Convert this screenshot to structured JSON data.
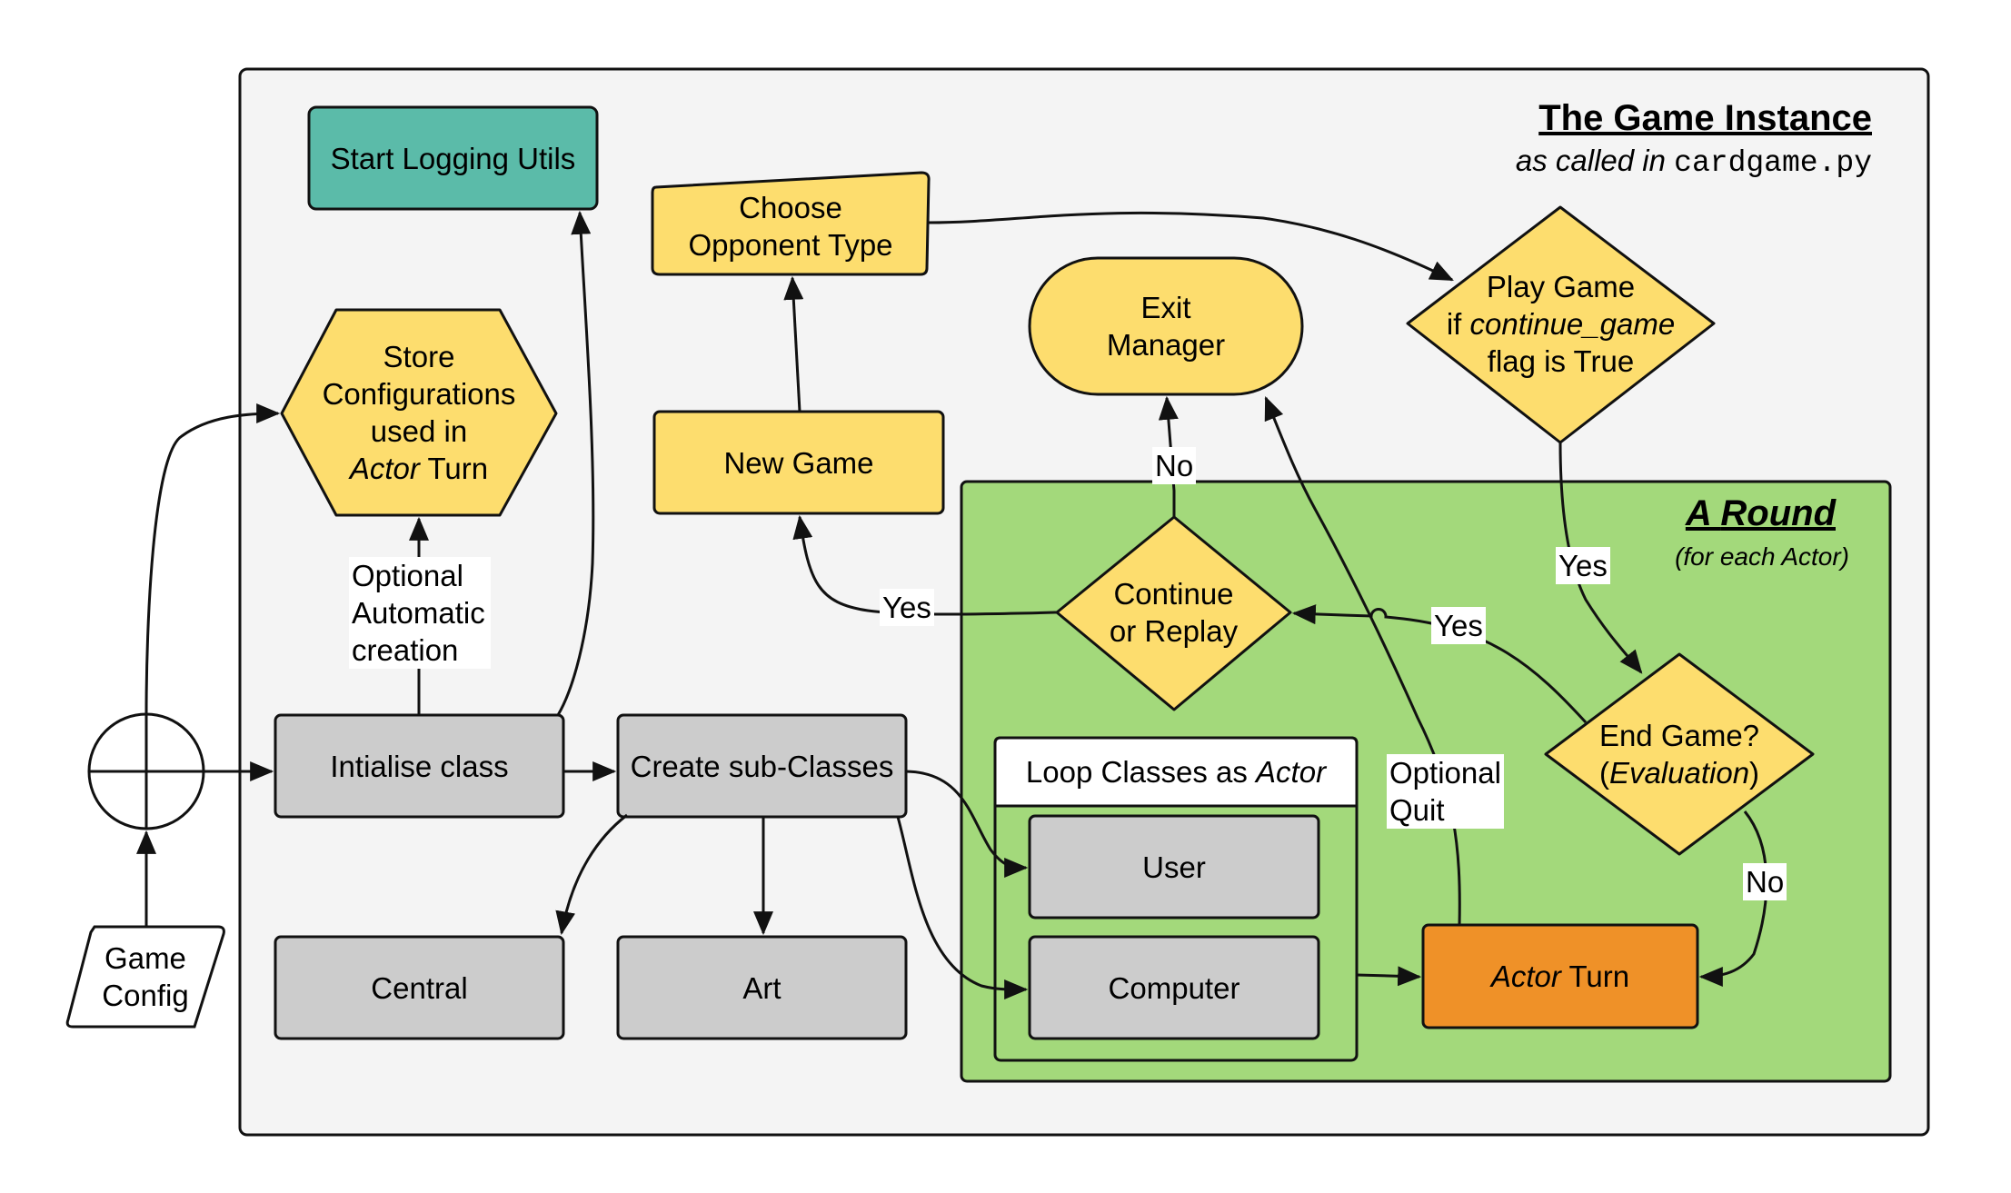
{
  "colors": {
    "frame_bg": "#f4f4f4",
    "round_bg": "#a3d97b",
    "process_gray": "#cccccc",
    "decision_yellow": "#fddd6e",
    "logging_teal": "#5bbba9",
    "actor_orange": "#ef9128",
    "stroke": "#111111"
  },
  "header": {
    "title": "The Game Instance",
    "subtitle_prefix": "as called in ",
    "subtitle_code": "cardgame.py"
  },
  "round": {
    "title_article": "A ",
    "title_word": "Round",
    "subtitle": "(for each Actor)"
  },
  "nodes": {
    "game_config": "Game\nConfig",
    "start_logging": "Start Logging Utils",
    "store_config_line1": "Store\nConfigurations\nused in",
    "store_config_actor": "Actor",
    "store_config_turn": " Turn",
    "choose_opponent": "Choose\nOpponent Type",
    "exit_manager": "Exit\nManager",
    "play_game_line1": "Play Game",
    "play_game_if": "if ",
    "play_game_flag": "continue_game",
    "play_game_line3": "flag is True",
    "new_game": "New Game",
    "continue_replay": "Continue\nor Replay",
    "end_game_line1": "End Game?",
    "end_game_open": "(",
    "end_game_eval": "Evaluation",
    "end_game_close": ")",
    "initialise_class": "Intialise class",
    "create_subclasses": "Create sub-Classes",
    "loop_classes_prefix": "Loop Classes as ",
    "loop_classes_actor": "Actor",
    "user": "User",
    "computer": "Computer",
    "actor_turn_actor": "Actor",
    "actor_turn_word": " Turn",
    "central": "Central",
    "art": "Art"
  },
  "edge_labels": {
    "optional_auto": "Optional\nAutomatic\ncreation",
    "no_exit": "No",
    "yes_new_game": "Yes",
    "yes_continue": "Yes",
    "yes_play": "Yes",
    "optional_quit": "Optional\nQuit",
    "no_end": "No"
  }
}
